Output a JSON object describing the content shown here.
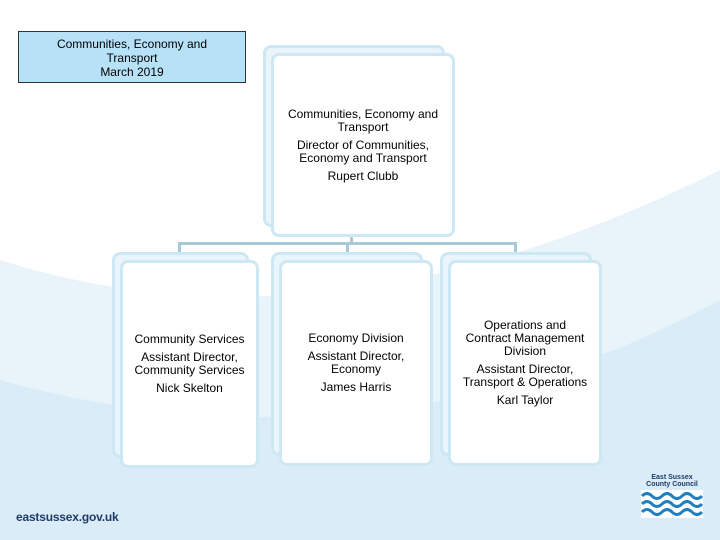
{
  "title_box": {
    "line1": "Communities, Economy and",
    "line2": "Transport",
    "line3": "March 2019"
  },
  "director": {
    "dept_line1": "Communities, Economy and",
    "dept_line2": "Transport",
    "role_line1": "Director of Communities,",
    "role_line2": "Economy and Transport",
    "name": "Rupert Clubb"
  },
  "divisions": [
    {
      "title_lines": [
        "Community Services"
      ],
      "role_lines": [
        "Assistant Director,",
        "Community Services"
      ],
      "name": "Nick Skelton"
    },
    {
      "title_lines": [
        "Economy Division"
      ],
      "role_lines": [
        "Assistant Director,",
        "Economy"
      ],
      "name": "James Harris"
    },
    {
      "title_lines": [
        "Operations and",
        "Contract Management",
        "Division"
      ],
      "role_lines": [
        "Assistant Director,",
        "Transport & Operations"
      ],
      "name": "Karl Taylor"
    }
  ],
  "footer": {
    "url": "eastsussex.gov.uk",
    "logo_line1": "East Sussex",
    "logo_line2": "County Council"
  },
  "colors": {
    "title_fill": "#b7e1f7",
    "card_border": "#cde7f3",
    "connector": "#a8c9d8",
    "brand_navy": "#1f3b67",
    "wave_blue": "#1f7fc1"
  }
}
